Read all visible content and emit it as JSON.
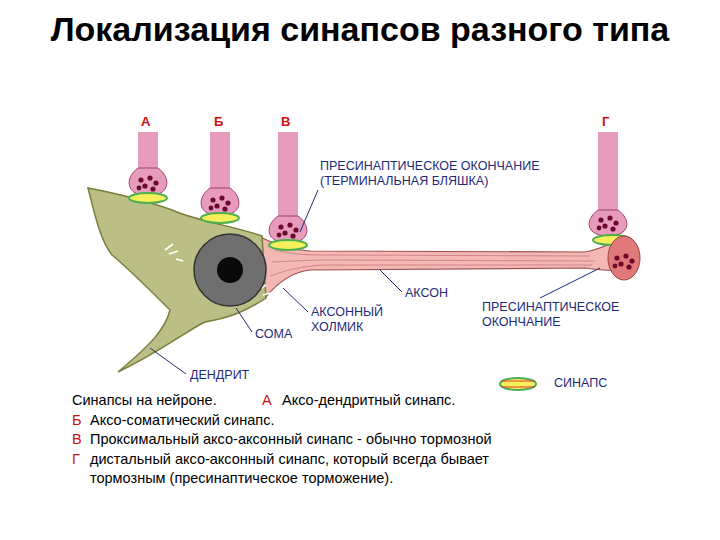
{
  "diagram": {
    "title": "Локализация синапсов разного типа",
    "labels": [
      "А",
      "Б",
      "В",
      "Г",
      "ПРЕСИНАПТИЧЕСКОЕ ОКОНЧАНИЕ (ТЕРМИНАЛЬНАЯ БЛЯШКА)",
      "АКСОН",
      "АКСОННЫЙ ХОЛМИК",
      "СОМА",
      "ДЕНДРИТ",
      "ПРЕСИНАПТИЧЕСКОЕ ОКОНЧАНИЕ",
      "Синапсы на нейроне.",
      "А",
      "Аксо-дендритный синапс.",
      "Б",
      "Аксо-соматический синапс.",
      "В",
      "Проксимальный аксо-аксонный синапс - обычно тормозной",
      "Г",
      "дистальный аксо-аксонный синапс, который всегда бывает тормозным (пресинаптическое торможение)."
    ],
    "legend": [
      {
        "text": "СИНАПС"
      }
    ]
  }
}
